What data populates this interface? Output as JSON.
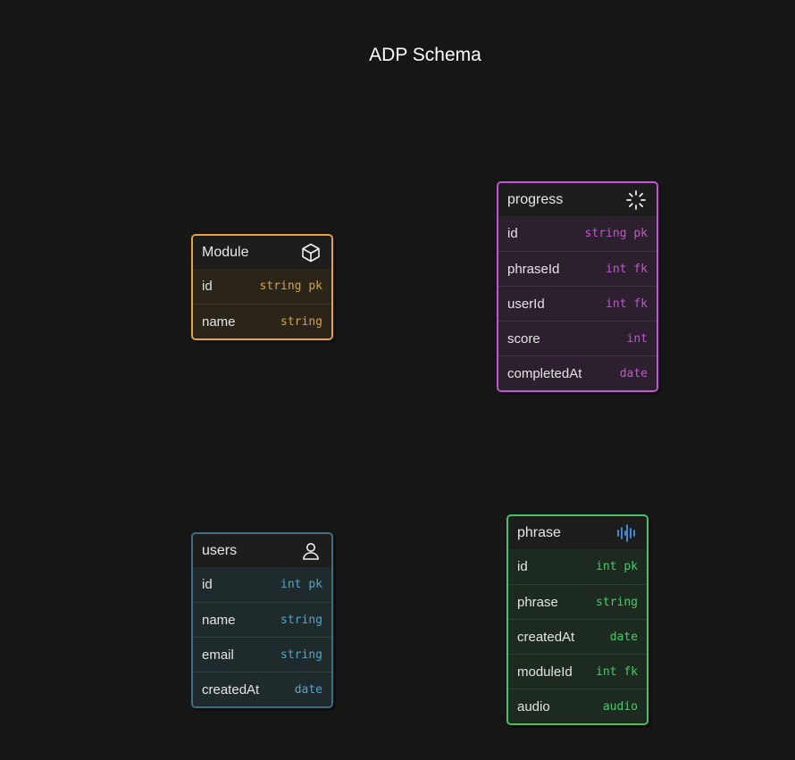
{
  "title": "ADP Schema",
  "colors": {
    "background": "#161616",
    "module": "#e8a33d",
    "progress": "#c653d4",
    "users": "#3f6f7f",
    "phrase": "#4fc06a"
  },
  "tables": {
    "module": {
      "name": "Module",
      "icon": "cube-icon",
      "fields": [
        {
          "name": "id",
          "type": "string pk"
        },
        {
          "name": "name",
          "type": "string"
        }
      ]
    },
    "progress": {
      "name": "progress",
      "icon": "loading-spinner-icon",
      "fields": [
        {
          "name": "id",
          "type": "string pk"
        },
        {
          "name": "phraseId",
          "type": "int fk"
        },
        {
          "name": "userId",
          "type": "int fk"
        },
        {
          "name": "score",
          "type": "int"
        },
        {
          "name": "completedAt",
          "type": "date"
        }
      ]
    },
    "users": {
      "name": "users",
      "icon": "user-icon",
      "fields": [
        {
          "name": "id",
          "type": "int pk"
        },
        {
          "name": "name",
          "type": "string"
        },
        {
          "name": "email",
          "type": "string"
        },
        {
          "name": "createdAt",
          "type": "date"
        }
      ]
    },
    "phrase": {
      "name": "phrase",
      "icon": "audio-waveform-icon",
      "fields": [
        {
          "name": "id",
          "type": "int pk"
        },
        {
          "name": "phrase",
          "type": "string"
        },
        {
          "name": "createdAt",
          "type": "date"
        },
        {
          "name": "moduleId",
          "type": "int fk"
        },
        {
          "name": "audio",
          "type": "audio"
        }
      ]
    }
  }
}
